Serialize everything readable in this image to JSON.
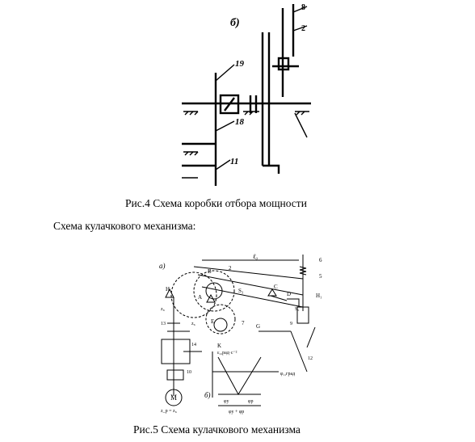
{
  "figure4": {
    "caption": "Рис.4 Схема коробки отбора мощности",
    "part_label": "б)",
    "labels": [
      "8",
      "2",
      "19",
      "18",
      "11"
    ]
  },
  "section_heading": "Схема кулачкового механизма:",
  "figure5": {
    "caption": "Рис.5 Схема кулачкового механизма",
    "part_a_label": "а)",
    "part_b_label": "б)",
    "labels": {
      "L0": "ℓ₀",
      "six": "6",
      "five": "5",
      "H1": "H₁",
      "B": "B",
      "two": "2",
      "A": "A",
      "S3": "S₃",
      "C": "C",
      "D": "D",
      "S5": "S₅",
      "H": "H",
      "z8": "z₈",
      "thirteen": "13",
      "z6": "z₆",
      "E": "E",
      "K": "K",
      "seven": "7",
      "G": "G",
      "nine": "9",
      "twelve": "12",
      "fourteen": "14",
      "ten": "10",
      "M": "M",
      "zp": "z_р = z₆",
      "eps": "ε₂,рад·с⁻²",
      "phi_axis": "φ₁,град",
      "phi_y": "φу",
      "phi_p": "φр",
      "phi_sum": "φу + φр"
    }
  }
}
